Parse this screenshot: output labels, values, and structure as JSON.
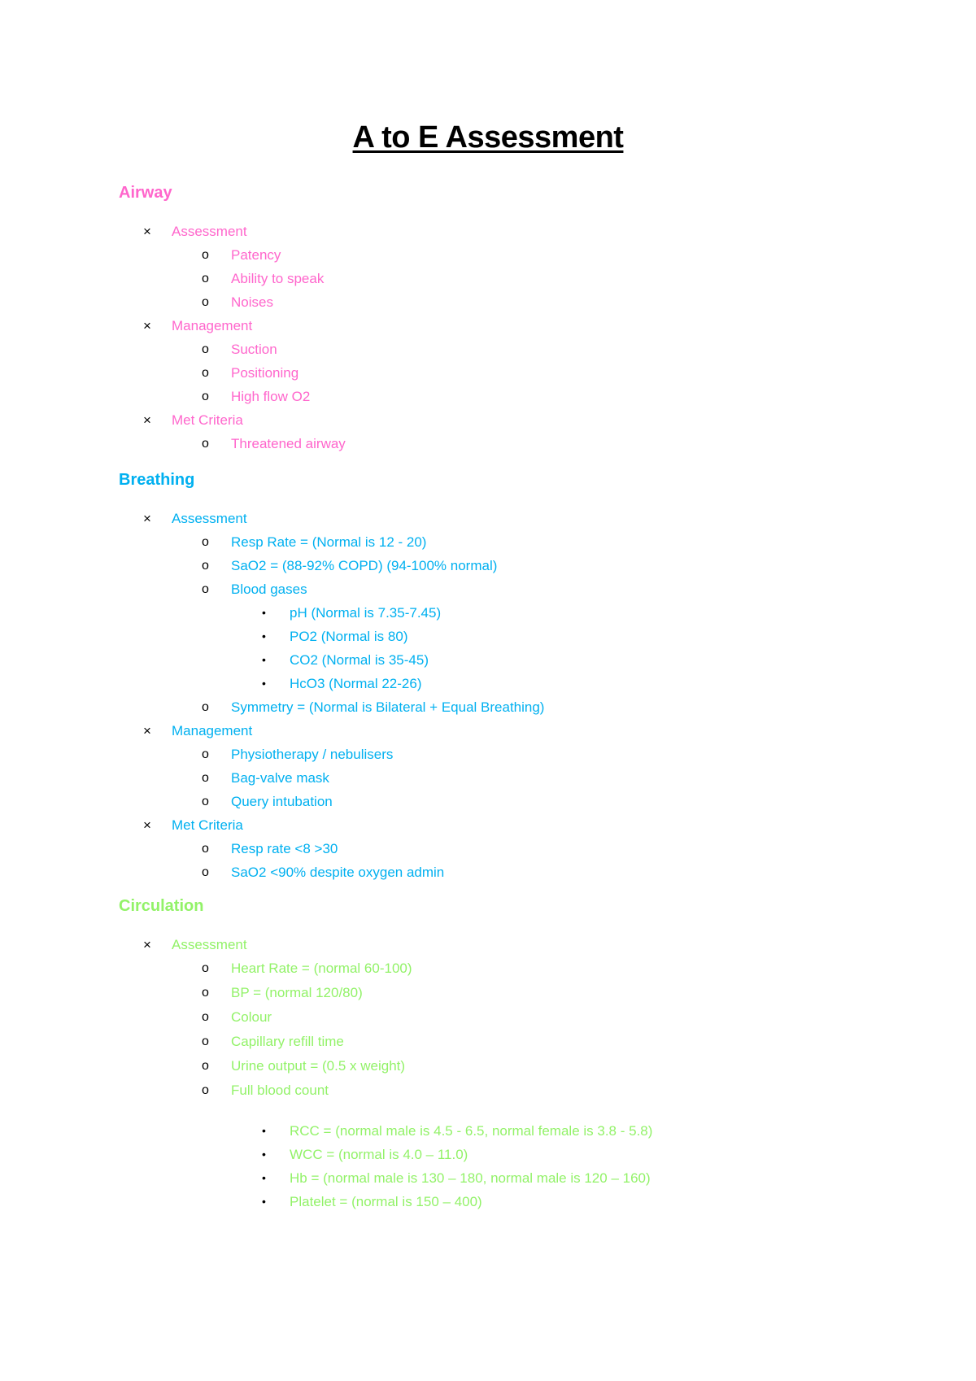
{
  "title": "A to E Assessment",
  "icons": {
    "level1": "×",
    "level2": "o",
    "level3": "•"
  },
  "colors": {
    "airway": "#ff66cc",
    "breathing": "#00b0f0",
    "circulation": "#92f268"
  },
  "airway": {
    "heading": "Airway",
    "assessment": {
      "label": "Assessment",
      "items": [
        "Patency",
        "Ability to speak",
        "Noises"
      ]
    },
    "management": {
      "label": "Management",
      "items": [
        "Suction",
        "Positioning",
        "High flow O2"
      ]
    },
    "met_criteria": {
      "label": "Met Criteria",
      "items": [
        "Threatened airway"
      ]
    }
  },
  "breathing": {
    "heading": "Breathing",
    "assessment": {
      "label": "Assessment",
      "items": [
        "Resp Rate = (Normal is 12 - 20)",
        "SaO2 = (88-92% COPD) (94-100% normal)",
        "Blood gases",
        "Symmetry = (Normal is Bilateral + Equal Breathing)"
      ],
      "blood_gases": [
        "pH (Normal is 7.35-7.45)",
        "PO2 (Normal is 80)",
        "CO2 (Normal is 35-45)",
        "HcO3 (Normal 22-26)"
      ]
    },
    "management": {
      "label": "Management",
      "items": [
        "Physiotherapy / nebulisers",
        "Bag-valve mask",
        "Query intubation"
      ]
    },
    "met_criteria": {
      "label": "Met Criteria",
      "items": [
        "Resp rate <8 >30",
        "SaO2 <90% despite oxygen admin"
      ]
    }
  },
  "circulation": {
    "heading": "Circulation",
    "assessment": {
      "label": "Assessment",
      "items": [
        "Heart Rate = (normal 60-100)",
        "BP = (normal 120/80)",
        "Colour",
        "Capillary refill time",
        "Urine output = (0.5 x weight)",
        "Full blood count"
      ],
      "full_blood_count": [
        "RCC = (normal male is 4.5 - 6.5, normal female is 3.8 - 5.8)",
        "WCC = (normal is 4.0 – 11.0)",
        "Hb = (normal male is 130 – 180, normal male is 120 – 160)",
        "Platelet = (normal is 150 – 400)"
      ]
    }
  }
}
